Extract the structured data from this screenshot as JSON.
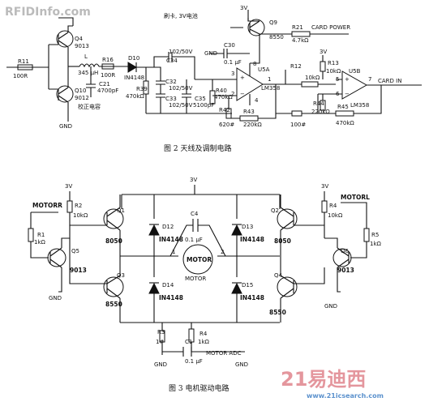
{
  "watermark_top": "RFIDInfo.com",
  "figure2": {
    "caption": "图 2  天线及调制电路",
    "note_battery": "刷卡, 3V电池",
    "calibration_cap": "校正电容",
    "supply": "3V",
    "gnd": "GND",
    "card_power": "CARD POWER",
    "card_in": "CARD IN",
    "opamp_a": "U5A",
    "opamp_b": "U5B",
    "opamp_part": "LM358",
    "q4": "Q4",
    "q4_part": "9013",
    "q10": "Q10",
    "q10_part": "9012",
    "q9": "Q9",
    "q9_part": "8550",
    "r11": "R11",
    "r11_val": "100R",
    "r16": "R16",
    "r16_val": "100R",
    "l": "L",
    "l_val": "345 μH",
    "c21": "C21",
    "c21_val": "4700pF",
    "d10": "D10",
    "d10_part": "IN4148",
    "r39": "R39",
    "r39_val": "470kΩ",
    "c34": "C34",
    "c32": "C32",
    "c33": "C33",
    "c35": "C35",
    "cap_102": "102/50V",
    "c35_val": "5100pF",
    "r40": "R40",
    "r40_val": "470kΩ",
    "r42": "R42",
    "r42_val": "620#",
    "r43": "R43",
    "r43_val": "220kΩ",
    "c30": "C30",
    "c30_val": "0.1 μF",
    "r21": "R21",
    "r21_val": "4.7kΩ",
    "r12": "R12",
    "r12_val": "10kΩ",
    "r13": "R13",
    "r13_val": "10kΩ",
    "r44": "R44",
    "r44_val": "220kΩ",
    "r45": "R45",
    "r45_val": "470kΩ",
    "r_100": "100#",
    "pins": [
      "3",
      "2",
      "8",
      "1",
      "4",
      "5",
      "6",
      "7"
    ]
  },
  "figure3": {
    "caption": "图 3   电机驱动电路",
    "supply": "3V",
    "gnd": "GND",
    "motor_r": "MOTORR",
    "motor_l": "MOTORL",
    "motor": "MOTOR",
    "motor_label": "MOTOR",
    "motor_adc": "MOTOR ADC",
    "terminal_1": "1",
    "terminal_2": "2",
    "q1": "Q1",
    "q1_part": "8050",
    "q2": "Q2",
    "q2_part": "8050",
    "q3": "Q3",
    "q3_part": "8550",
    "q4": "Q4",
    "q4_part": "8550",
    "q5": "Q5",
    "q5_part": "9013",
    "q6": "Q6",
    "q6_part": "9013",
    "r2": "R2",
    "r2_val": "10kΩ",
    "r1": "R1",
    "r1_val": "1kΩ",
    "r4": "R4",
    "r4_val": "10kΩ",
    "r5": "R5",
    "r5_val": "1kΩ",
    "r3": "R3",
    "r3_val": "1#",
    "r4b": "R4",
    "r4b_val": "1kΩ",
    "c4": "C4",
    "c4_val": "0.1 μF",
    "c1": "C1",
    "c1_val": "0.1 μF",
    "d12": "D12",
    "d13": "D13",
    "d14": "D14",
    "d15": "D15",
    "diode_part": "IN4148"
  },
  "watermark_bottom": {
    "logo_main": "21易迪西",
    "logo_sub": "www.21icsearch.com"
  }
}
